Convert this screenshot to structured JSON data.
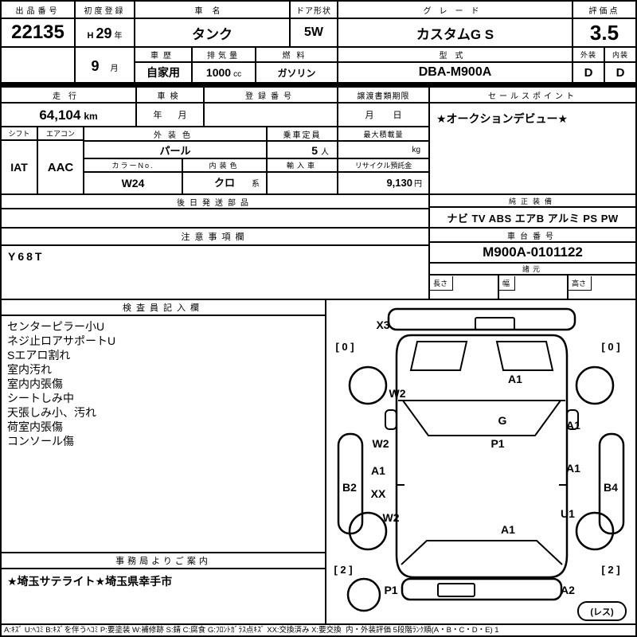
{
  "top": {
    "auction_no_label": "出品番号",
    "auction_no": "22135",
    "first_reg_label": "初度登録",
    "era": "H",
    "reg_year": "29",
    "year_unit": "年",
    "reg_month": "9",
    "month_unit": "月",
    "car_name_label": "車名",
    "car_name": "タンク",
    "door_label": "ドア形状",
    "door": "5W",
    "grade_label": "グレード",
    "grade": "カスタムG S",
    "score_label": "評価点",
    "score": "3.5",
    "history_label": "車歴",
    "history": "自家用",
    "displacement_label": "排気量",
    "displacement": "1000",
    "displacement_unit": "cc",
    "fuel_label": "燃料",
    "fuel": "ガソリン",
    "model_label": "型式",
    "model": "DBA-M900A",
    "ext_label": "外装",
    "int_label": "内装",
    "ext_grade": "D",
    "int_grade": "D"
  },
  "mid": {
    "mileage_label": "走行",
    "mileage": "64,104",
    "mileage_unit": "km",
    "inspection_label": "車検",
    "inspection_year_unit": "年",
    "inspection_month_unit": "月",
    "reg_no_label": "登録番号",
    "transfer_label": "譲渡書類期限",
    "transfer_month_unit": "月",
    "transfer_day_unit": "日",
    "sales_point_label": "セールスポイント",
    "sales_point": "★オークションデビュー★",
    "shift_label": "シフト",
    "shift": "IAT",
    "aircon_label": "エアコン",
    "aircon": "AAC",
    "ext_color_label": "外装色",
    "ext_color": "パール",
    "capacity_label": "乗車定員",
    "capacity": "5",
    "capacity_unit": "人",
    "max_load_label": "最大積載量",
    "max_load_unit": "kg",
    "color_no_label": "カラーNo.",
    "color_no": "W24",
    "int_color_label": "内装色",
    "int_color": "クロ",
    "int_color_unit": "系",
    "import_label": "輸入車",
    "recycle_label": "リサイクル預託金",
    "recycle": "9,130",
    "recycle_unit": "円",
    "later_parts_label": "後日発送部品",
    "equipment_label": "純正装備",
    "equipment": "ナビ TV ABS エアB アルミ PS PW",
    "notes_label": "注意事項欄",
    "notes": "Y68T",
    "chassis_label": "車台番号",
    "chassis_no": "M900A-0101122",
    "spec_label": "諸元",
    "length_label": "長さ",
    "width_label": "幅",
    "height_label": "高さ"
  },
  "inspector": {
    "title": "検査員記入欄",
    "items": [
      "センターピラー小U",
      "ネジ止ロアサポートU",
      "Sエアロ割れ",
      "室内汚れ",
      "室内内張傷",
      "シートしみ中",
      "天張しみ小、汚れ",
      "荷室内張傷",
      "コンソール傷"
    ]
  },
  "office": {
    "title": "事務局よりご案内",
    "content": "★埼玉サテライト★埼玉県幸手市"
  },
  "diagram": {
    "labels": {
      "x3": "X3",
      "tread_front_left": "[ 0 ]",
      "tread_front_right": "[ 0 ]",
      "hood_left": "W2",
      "hood_right": "A1",
      "windshield": "G",
      "roof": "P1",
      "front_door_left": "W2",
      "front_door_right": "A1",
      "rear_door_left": "A1",
      "rocker_left": "XX",
      "side_panel_left": "B2",
      "quarter_left": "W2",
      "rear_door_right": "A1",
      "quarter_right": "U1",
      "side_panel_right": "B4",
      "rear_gate": "A1",
      "tread_rear_left": "[ 2 ]",
      "tread_rear_right": "[ 2 ]",
      "rear_left_corner": "P1",
      "rear_bumper_right": "A2",
      "spare_less": "(レス)"
    }
  },
  "legend": "A:ｷｽﾞ U:ﾍｺﾐ B:ｷｽﾞを伴うﾍｺﾐ P:要塗装 W:補修跡 S:錆 C:腐食 G:ﾌﾛﾝﾄｶﾞﾗｽ点ｷｽﾞ XX:交換済み X:要交換  内・外装評価 5段階ﾗﾝｸ順(A・B・C・D・E) 1"
}
